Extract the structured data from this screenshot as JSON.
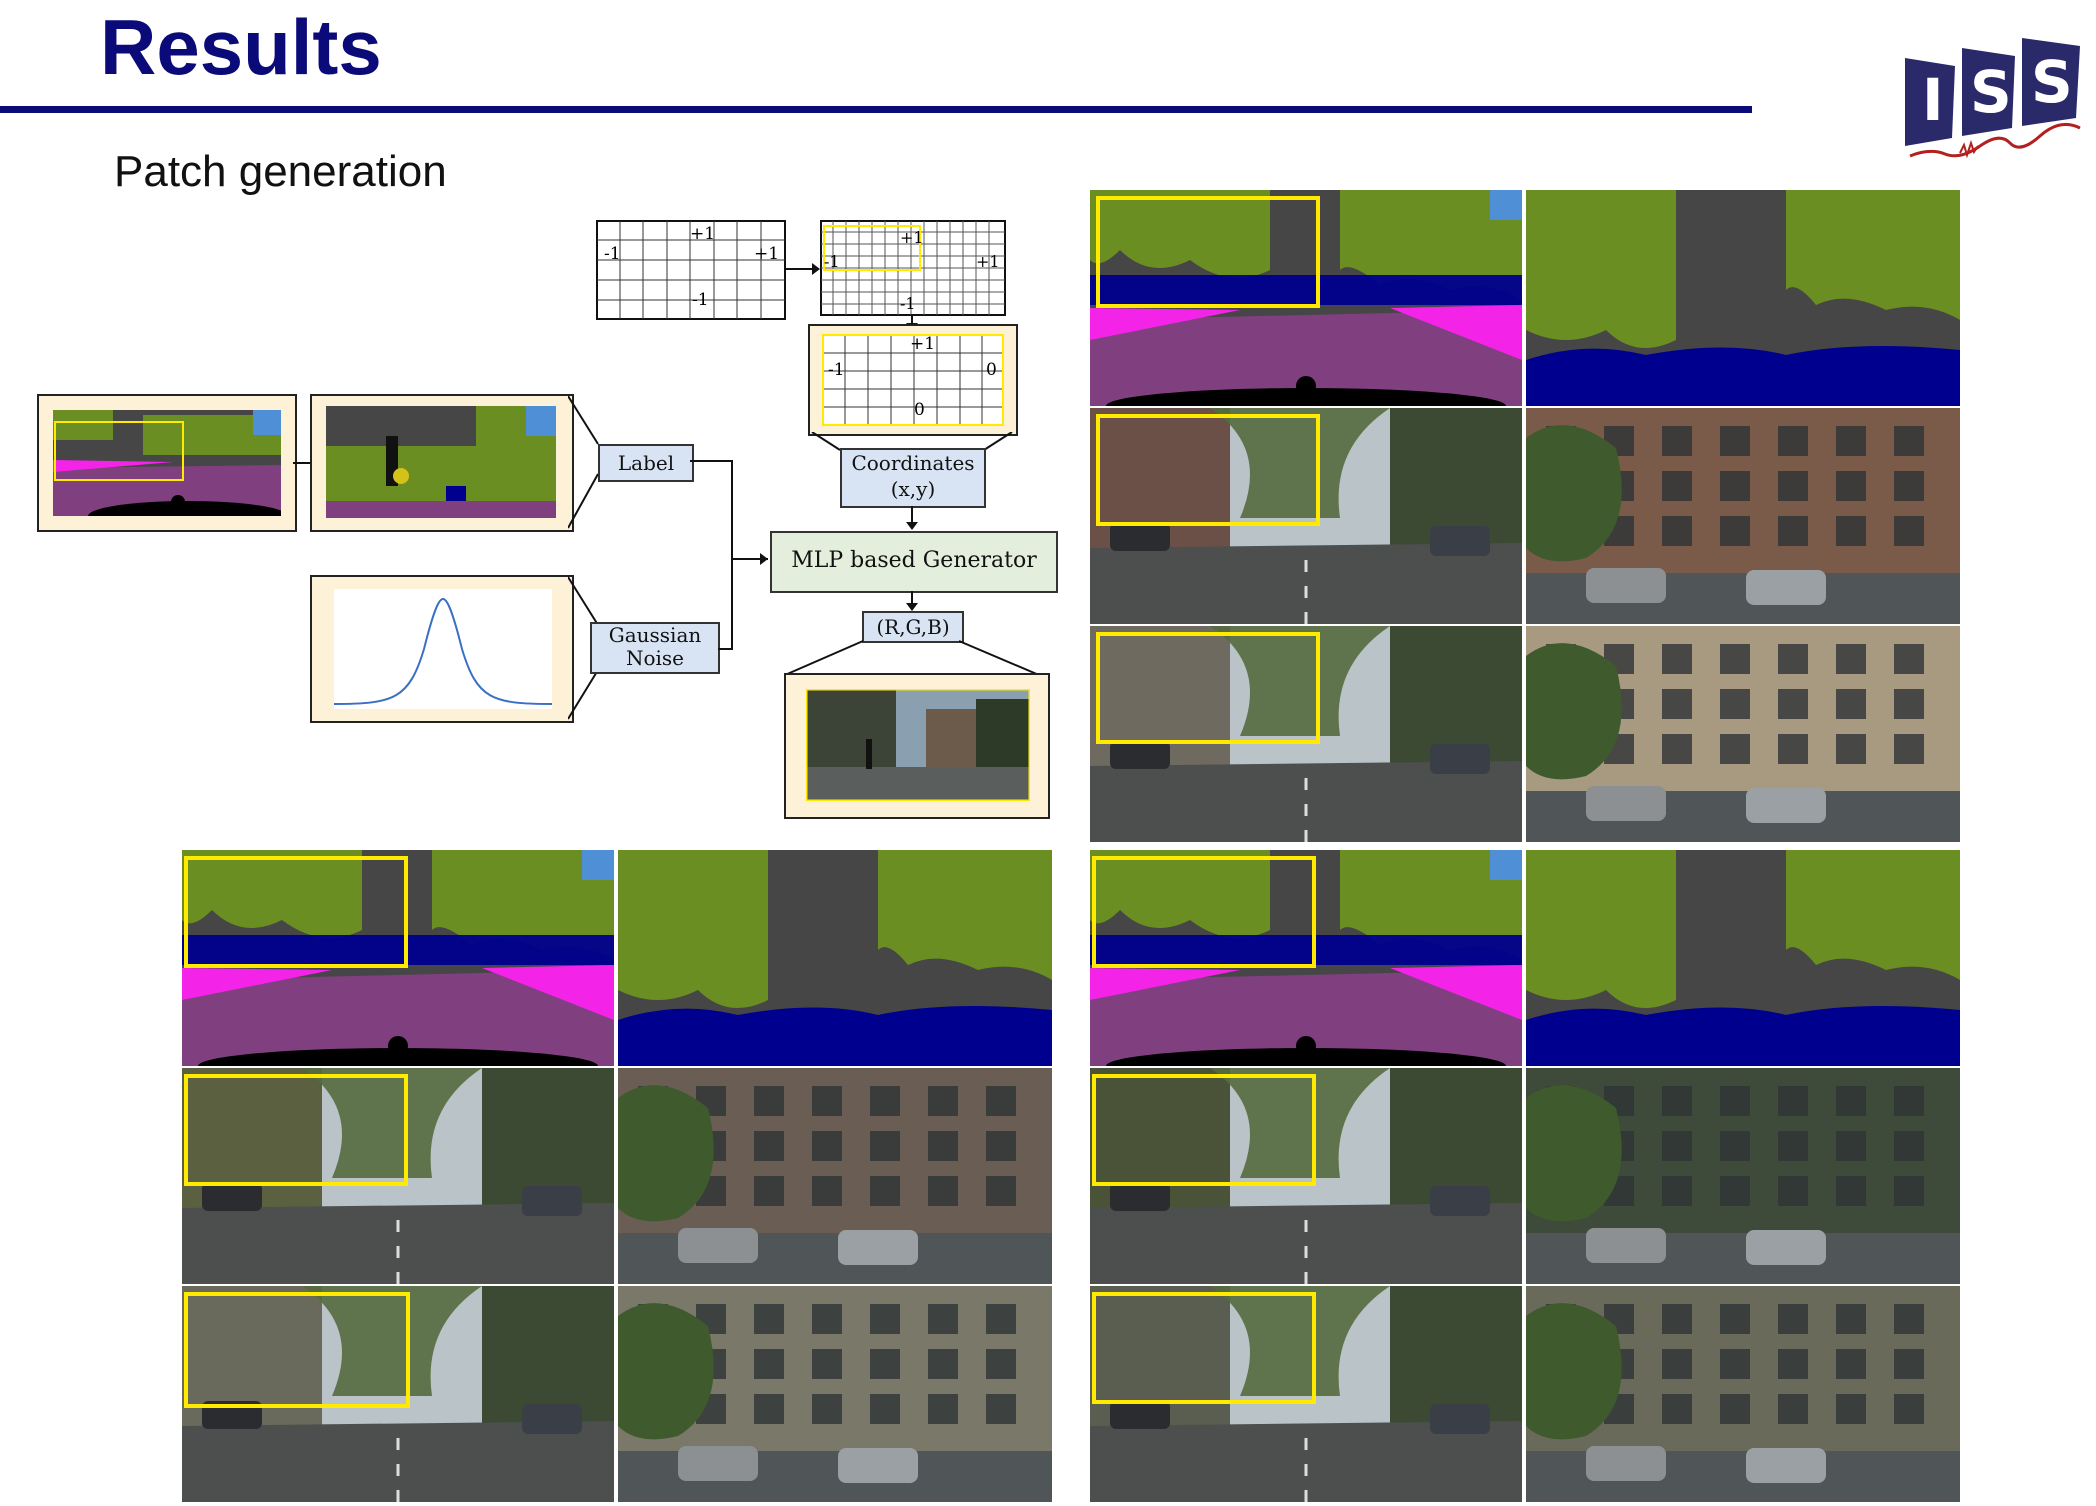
{
  "slide": {
    "title": "Results",
    "subtitle": "Patch generation"
  },
  "logo": {
    "letters": "ISS",
    "color": "#2a2a6a"
  },
  "diagram": {
    "label_box": "Label",
    "noise_box_line1": "Gaussian",
    "noise_box_line2": "Noise",
    "coords_line1": "Coordinates",
    "coords_line2": "(x,y)",
    "generator": "MLP based Generator",
    "output": "(R,G,B)",
    "grid_full": {
      "top": "+1",
      "left": "-1",
      "right": "+1",
      "bottom": "-1"
    },
    "grid_crop": {
      "top": "+1",
      "left": "-1",
      "right": "+1",
      "bottom": "-1"
    },
    "grid_patch": {
      "top": "+1",
      "left": "-1",
      "right": "0",
      "bottom": "0"
    }
  },
  "colors": {
    "title": "#0a0a78",
    "highlight": "#ffea00",
    "sky": "#4f8fd6",
    "vegetation": "#6b8e23",
    "building": "#464646",
    "road": "#804080",
    "car": "#00008e",
    "sidewalk": "#f423e8",
    "terrain": "#98fb98"
  }
}
